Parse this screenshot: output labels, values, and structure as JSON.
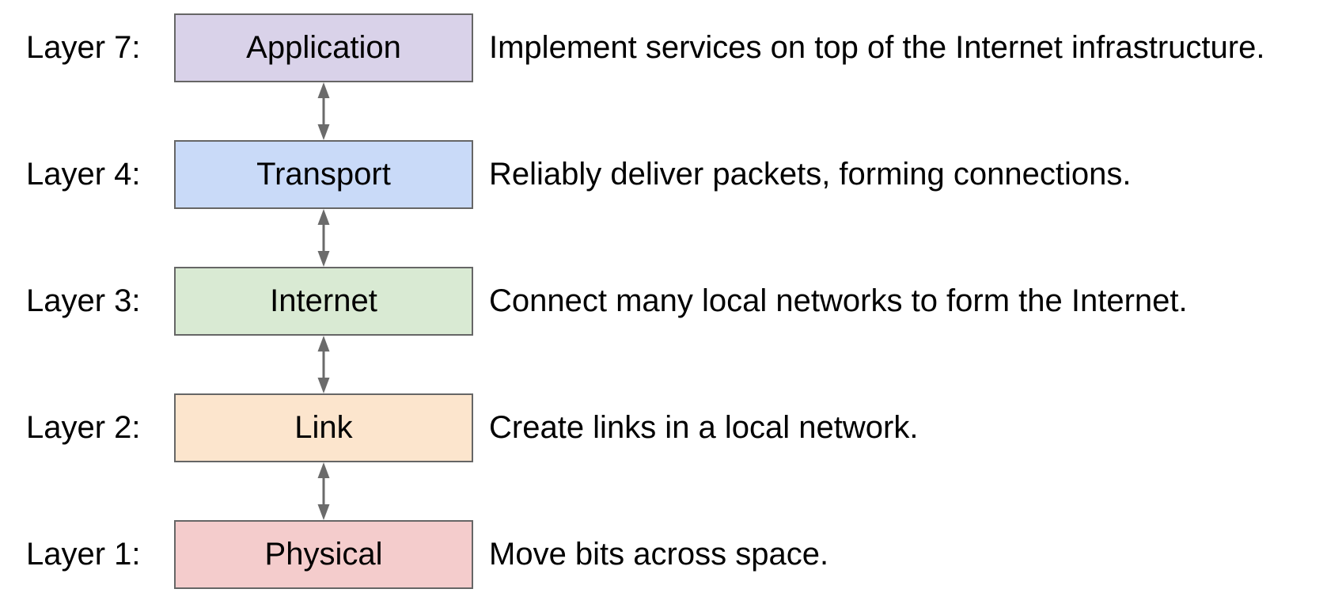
{
  "diagram": {
    "type": "protocol-stack",
    "background": "#ffffff",
    "rows": [
      {
        "layer_label": "Layer 7:",
        "box_label": "Application",
        "box_color": "#d9d2e9",
        "description": "Implement services on top of the Internet infrastructure."
      },
      {
        "layer_label": "Layer 4:",
        "box_label": "Transport",
        "box_color": "#c9daf8",
        "description": "Reliably deliver packets, forming connections."
      },
      {
        "layer_label": "Layer 3:",
        "box_label": "Internet",
        "box_color": "#d9ead3",
        "description": "Connect many local networks to form the Internet."
      },
      {
        "layer_label": "Layer 2:",
        "box_label": "Link",
        "box_color": "#fce5cd",
        "description": "Create links in a local network."
      },
      {
        "layer_label": "Layer 1:",
        "box_label": "Physical",
        "box_color": "#f4cccc",
        "description": "Move bits across space."
      }
    ],
    "connector": "double-headed-vertical-arrow",
    "colors": {
      "box_border": "#666666",
      "arrow": "#6b6b6b",
      "text": "#000000"
    }
  }
}
